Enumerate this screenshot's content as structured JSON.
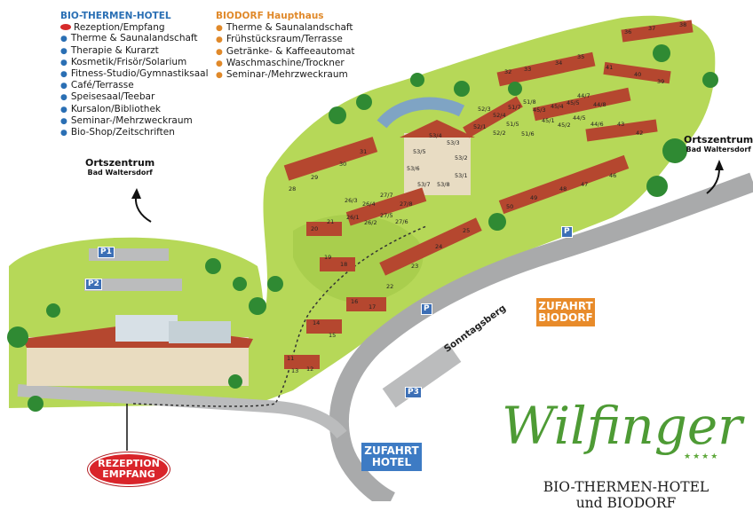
{
  "legend_hotel": {
    "title": "BIO-THERMEN-HOTEL",
    "items": [
      "Rezeption/Empfang",
      "Therme & Saunalandschaft",
      "Therapie & Kurarzt",
      "Kosmetik/Frisör/Solarium",
      "Fitness-Studio/Gymnastiksaal",
      "Café/Terrasse",
      "Speisesaal/Teebar",
      "Kursalon/Bibliothek",
      "Seminar-/Mehrzweckraum",
      "Bio-Shop/Zeitschriften"
    ],
    "marker_color": "#2a6fb4",
    "reception_marker_color": "#d62a2a"
  },
  "legend_dorf": {
    "title": "BIODORF Haupthaus",
    "items": [
      "Therme & Saunalandschaft",
      "Frühstücksraum/Terrasse",
      "Getränke- & Kaffeeautomat",
      "Waschmaschine/Trockner",
      "Seminar-/Mehrzweckraum"
    ],
    "marker_color": "#e0892a"
  },
  "ortszentrum_left": {
    "title": "Ortszentrum",
    "sub": "Bad Waltersdorf"
  },
  "ortszentrum_right": {
    "title": "Ortszentrum",
    "sub": "Bad Waltersdorf"
  },
  "signs": {
    "zufahrt_biodorf": [
      "ZUFAHRT",
      "BIODORF"
    ],
    "zufahrt_hotel": [
      "ZUFAHRT",
      "HOTEL"
    ],
    "rezeption": [
      "REZEPTION",
      "EMPFANG"
    ]
  },
  "road_name": "Sonntagsberg",
  "parking": [
    "P1",
    "P2",
    "P3",
    "P",
    "P"
  ],
  "brand": {
    "logo_text": "Wilfinger",
    "stars": "★★★★",
    "line1": "BIO-THERMEN-HOTEL",
    "line2": "und BIODORF",
    "color": "#4e9b35"
  },
  "house_numbers": [
    "36",
    "37",
    "38",
    "32",
    "33",
    "34",
    "35",
    "41",
    "40",
    "39",
    "44/7",
    "44/8",
    "45/3",
    "45/4",
    "45/5",
    "45/1",
    "44/5",
    "45/2",
    "44/6",
    "43",
    "42",
    "52/3",
    "52/4",
    "51/7",
    "51/8",
    "52/1",
    "52/2",
    "51/5",
    "51/6",
    "53/4",
    "53/3",
    "53/5",
    "53/2",
    "53/6",
    "53/7",
    "53/8",
    "53/1",
    "31",
    "30",
    "29",
    "28",
    "26/3",
    "26/4",
    "27/7",
    "27/8",
    "26/1",
    "26/2",
    "27/5",
    "27/6",
    "21",
    "20",
    "47",
    "46",
    "48",
    "49",
    "50",
    "25",
    "24",
    "23",
    "22",
    "19",
    "18",
    "17",
    "16",
    "15",
    "14",
    "13",
    "12",
    "11"
  ],
  "colors": {
    "grass": "#b6d858",
    "grass_dark": "#9cc342",
    "road": "#a9aaab",
    "roof": "#b5472f",
    "tree": "#2f8a33"
  }
}
